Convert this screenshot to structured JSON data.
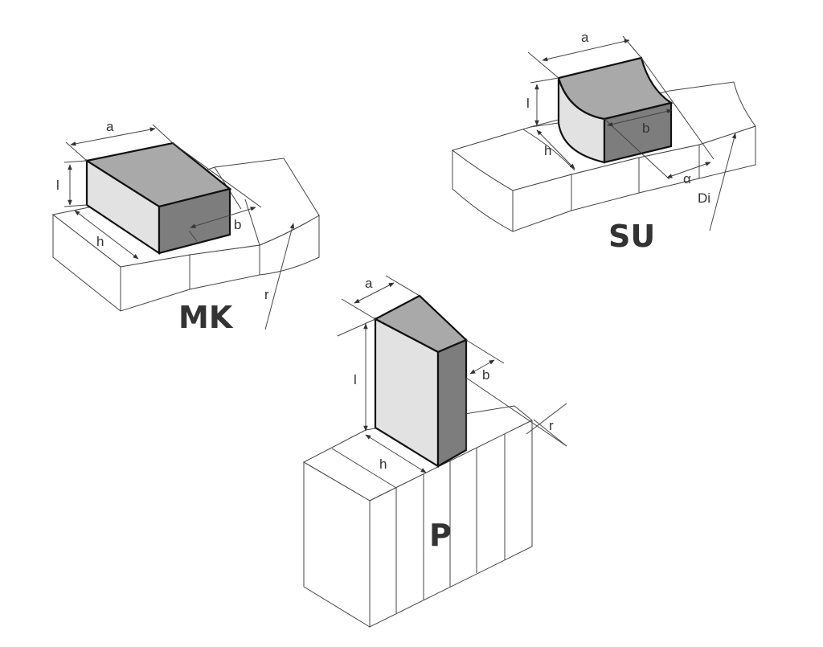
{
  "figures": {
    "mk": {
      "title": "MK",
      "labels": {
        "a": "a",
        "b": "b",
        "l": "l",
        "h": "h",
        "r": "r"
      }
    },
    "su": {
      "title": "SU",
      "labels": {
        "a": "a",
        "b": "b",
        "l": "l",
        "h": "h",
        "alpha": "α",
        "di": "Di"
      }
    },
    "p": {
      "title": "P",
      "labels": {
        "a": "a",
        "b": "b",
        "l": "l",
        "h": "h",
        "r": "r"
      }
    }
  },
  "colors": {
    "top": "#a9a9a9",
    "side_light": "#e2e2e2",
    "side_dark": "#7d7d7d"
  }
}
